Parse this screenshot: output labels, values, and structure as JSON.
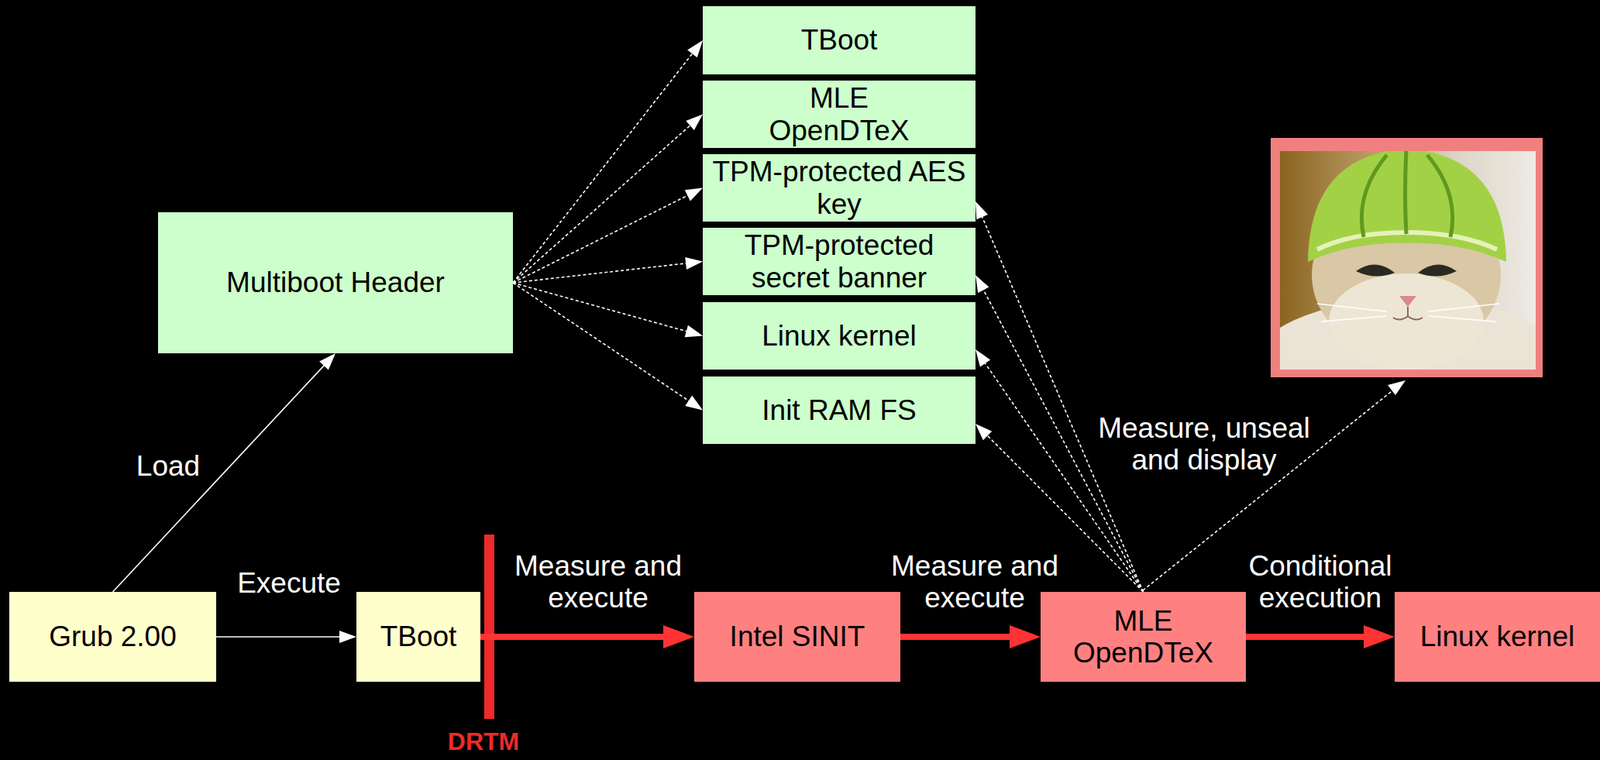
{
  "diagram": {
    "nodes": [
      {
        "text": [
          "TBoot"
        ]
      },
      {
        "text": [
          "MLE OpenDTeX"
        ]
      },
      {
        "text": [
          "TPM-protected AES key"
        ]
      },
      {
        "text": [
          "TPM-protected secret banner"
        ]
      },
      {
        "text": [
          "Linux kernel"
        ]
      },
      {
        "text": [
          "Init RAM FS"
        ]
      },
      {
        "text": [
          "Multiboot Header"
        ]
      },
      {
        "text": [
          "Grub 2.00"
        ]
      },
      {
        "text": [
          "TBoot"
        ]
      },
      {
        "text": [
          "Intel SINIT"
        ]
      },
      {
        "text": [
          "MLE OpenDTeX"
        ]
      },
      {
        "text": [
          "Linux kernel"
        ]
      }
    ],
    "edges": [
      {
        "from": 7,
        "to": 6,
        "arrow": "to",
        "label": "Load"
      },
      {
        "from": 7,
        "to": 8,
        "arrow": "to",
        "label": "Execute"
      },
      {
        "from": 8,
        "to": 9,
        "arrow": "to",
        "label": "Measure and execute"
      },
      {
        "from": 9,
        "to": 10,
        "arrow": "to",
        "label": "Measure and execute"
      },
      {
        "from": 10,
        "to": 11,
        "arrow": "to",
        "label": "Conditional execution"
      },
      {
        "from": 6,
        "to": 0,
        "arrow": "to"
      },
      {
        "from": 6,
        "to": 1,
        "arrow": "to"
      },
      {
        "from": 6,
        "to": 2,
        "arrow": "to"
      },
      {
        "from": 6,
        "to": 3,
        "arrow": "to"
      },
      {
        "from": 6,
        "to": 4,
        "arrow": "to"
      },
      {
        "from": 6,
        "to": 5,
        "arrow": "to"
      },
      {
        "from": 10,
        "to": 2,
        "arrow": "to"
      },
      {
        "from": 10,
        "to": 3,
        "arrow": "to"
      },
      {
        "from": 10,
        "to": 4,
        "arrow": "to"
      },
      {
        "from": 10,
        "to": 5,
        "arrow": "to"
      }
    ],
    "labels": [
      "DRTM",
      "Measure, unseal and display"
    ]
  }
}
